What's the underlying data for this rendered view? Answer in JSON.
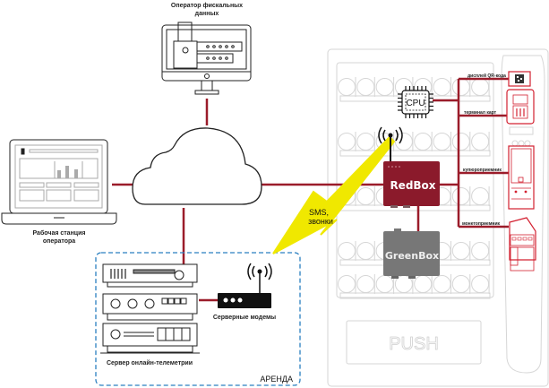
{
  "labels": {
    "fiscal_operator_line1": "Оператор фискальных",
    "fiscal_operator_line2": "данных",
    "workstation_line1": "Рабочая станция",
    "workstation_line2": "оператора",
    "server": "Сервер онлайн-телеметрии",
    "modems": "Серверные модемы",
    "rent_zone": "АРЕНДА",
    "sms_line1": "SMS,",
    "sms_line2": "звонки",
    "cpu": "CPU",
    "redbox": "RedBox",
    "greenbox": "GreenBox",
    "push": "PUSH",
    "qr_display": "дисплей QR-кода",
    "card_terminal": "терминал карт",
    "bill_acceptor": "купюроприемник",
    "coin_acceptor": "монетоприемник"
  },
  "colors": {
    "link": "#9b1c2a",
    "redbox": "#8b1a2b",
    "greenbox": "#777777",
    "sms_bolt": "#f0e800",
    "rent_border": "#2a7fc0",
    "outline": "#222222",
    "machine_line": "#d6d6d6",
    "device_red": "#d32030"
  }
}
